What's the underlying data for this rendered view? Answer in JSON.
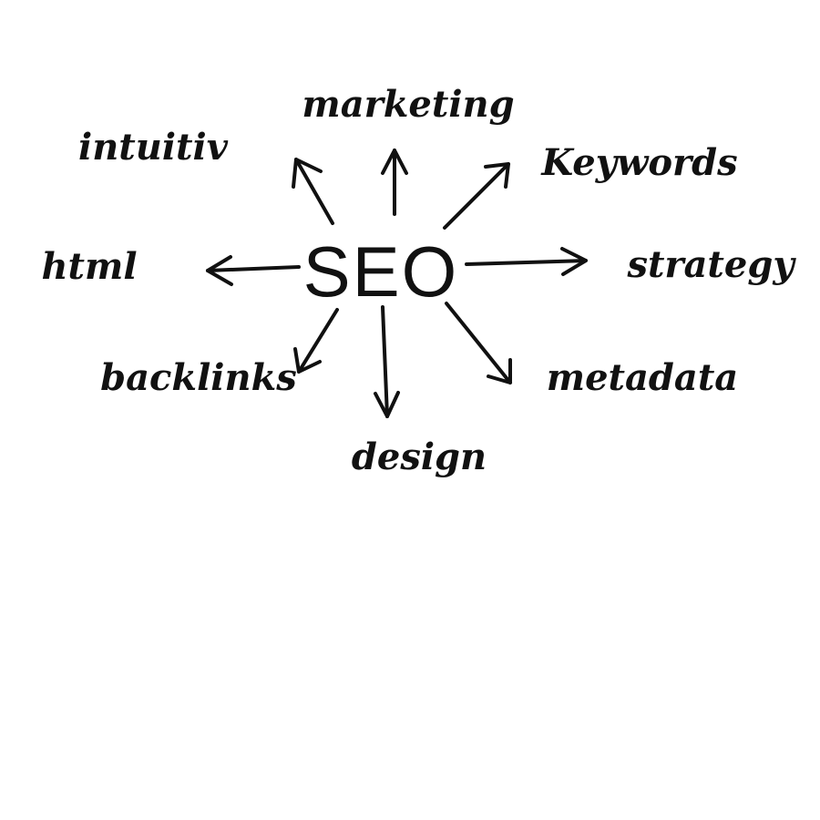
{
  "diagram": {
    "hub": "SEO",
    "ink_color": "#111111",
    "background_color": "#ffffff",
    "terms": [
      {
        "id": "marketing",
        "label": "marketing"
      },
      {
        "id": "keywords",
        "label": "Keywords"
      },
      {
        "id": "intuitiv",
        "label": "intuitiv"
      },
      {
        "id": "html",
        "label": "html"
      },
      {
        "id": "strategy",
        "label": "strategy"
      },
      {
        "id": "backlinks",
        "label": "backlinks"
      },
      {
        "id": "metadata",
        "label": "metadata"
      },
      {
        "id": "design",
        "label": "design"
      }
    ]
  }
}
